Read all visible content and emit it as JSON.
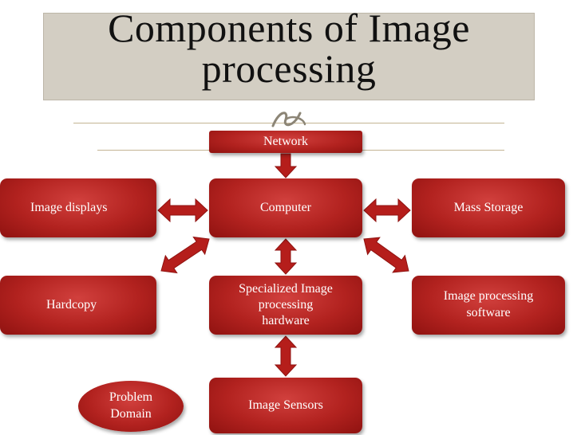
{
  "slide": {
    "title_line1": "Components of Image",
    "title_line2": "processing"
  },
  "nodes": {
    "network": "Network",
    "computer": "Computer",
    "image_displays": "Image displays",
    "mass_storage": "Mass Storage",
    "hardcopy": "Hardcopy",
    "specialized_hardware": "Specialized Image\nprocessing\nhardware",
    "processing_software": "Image processing\nsoftware",
    "image_sensors": "Image Sensors",
    "problem_domain": "Problem\nDomain"
  },
  "colors": {
    "node_fill": "#b2221f",
    "arrow_fill": "#b51e1b",
    "title_bg": "#d3cec3"
  },
  "icons": {
    "ornament": "flourish-icon"
  }
}
